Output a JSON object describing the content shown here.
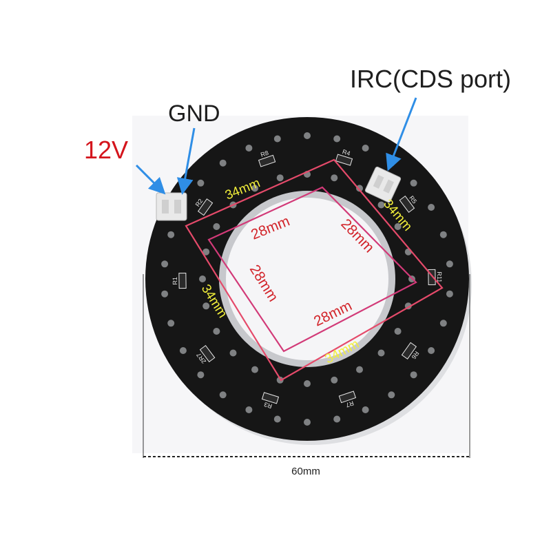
{
  "labels": {
    "v12": "12V",
    "gnd": "GND",
    "irc": "IRC(CDS port)",
    "width": "60mm"
  },
  "dimensions": {
    "outer": "34mm",
    "inner": "28mm"
  },
  "board": {
    "components": [
      "R4",
      "R5",
      "R11",
      "R6",
      "R7",
      "R3",
      "2R7",
      "R1",
      "R2",
      "R8"
    ]
  },
  "colors": {
    "label_red": "#d4141c",
    "label_dark": "#1e1e1e",
    "arrow_blue": "#2f8ee6",
    "pcb": "#161616",
    "outer_square": "#e54a6a",
    "inner_square": "#d23a78",
    "dim_yellow": "#f2ef3a",
    "dim_red": "#d2242a",
    "led": "#7f8183"
  }
}
